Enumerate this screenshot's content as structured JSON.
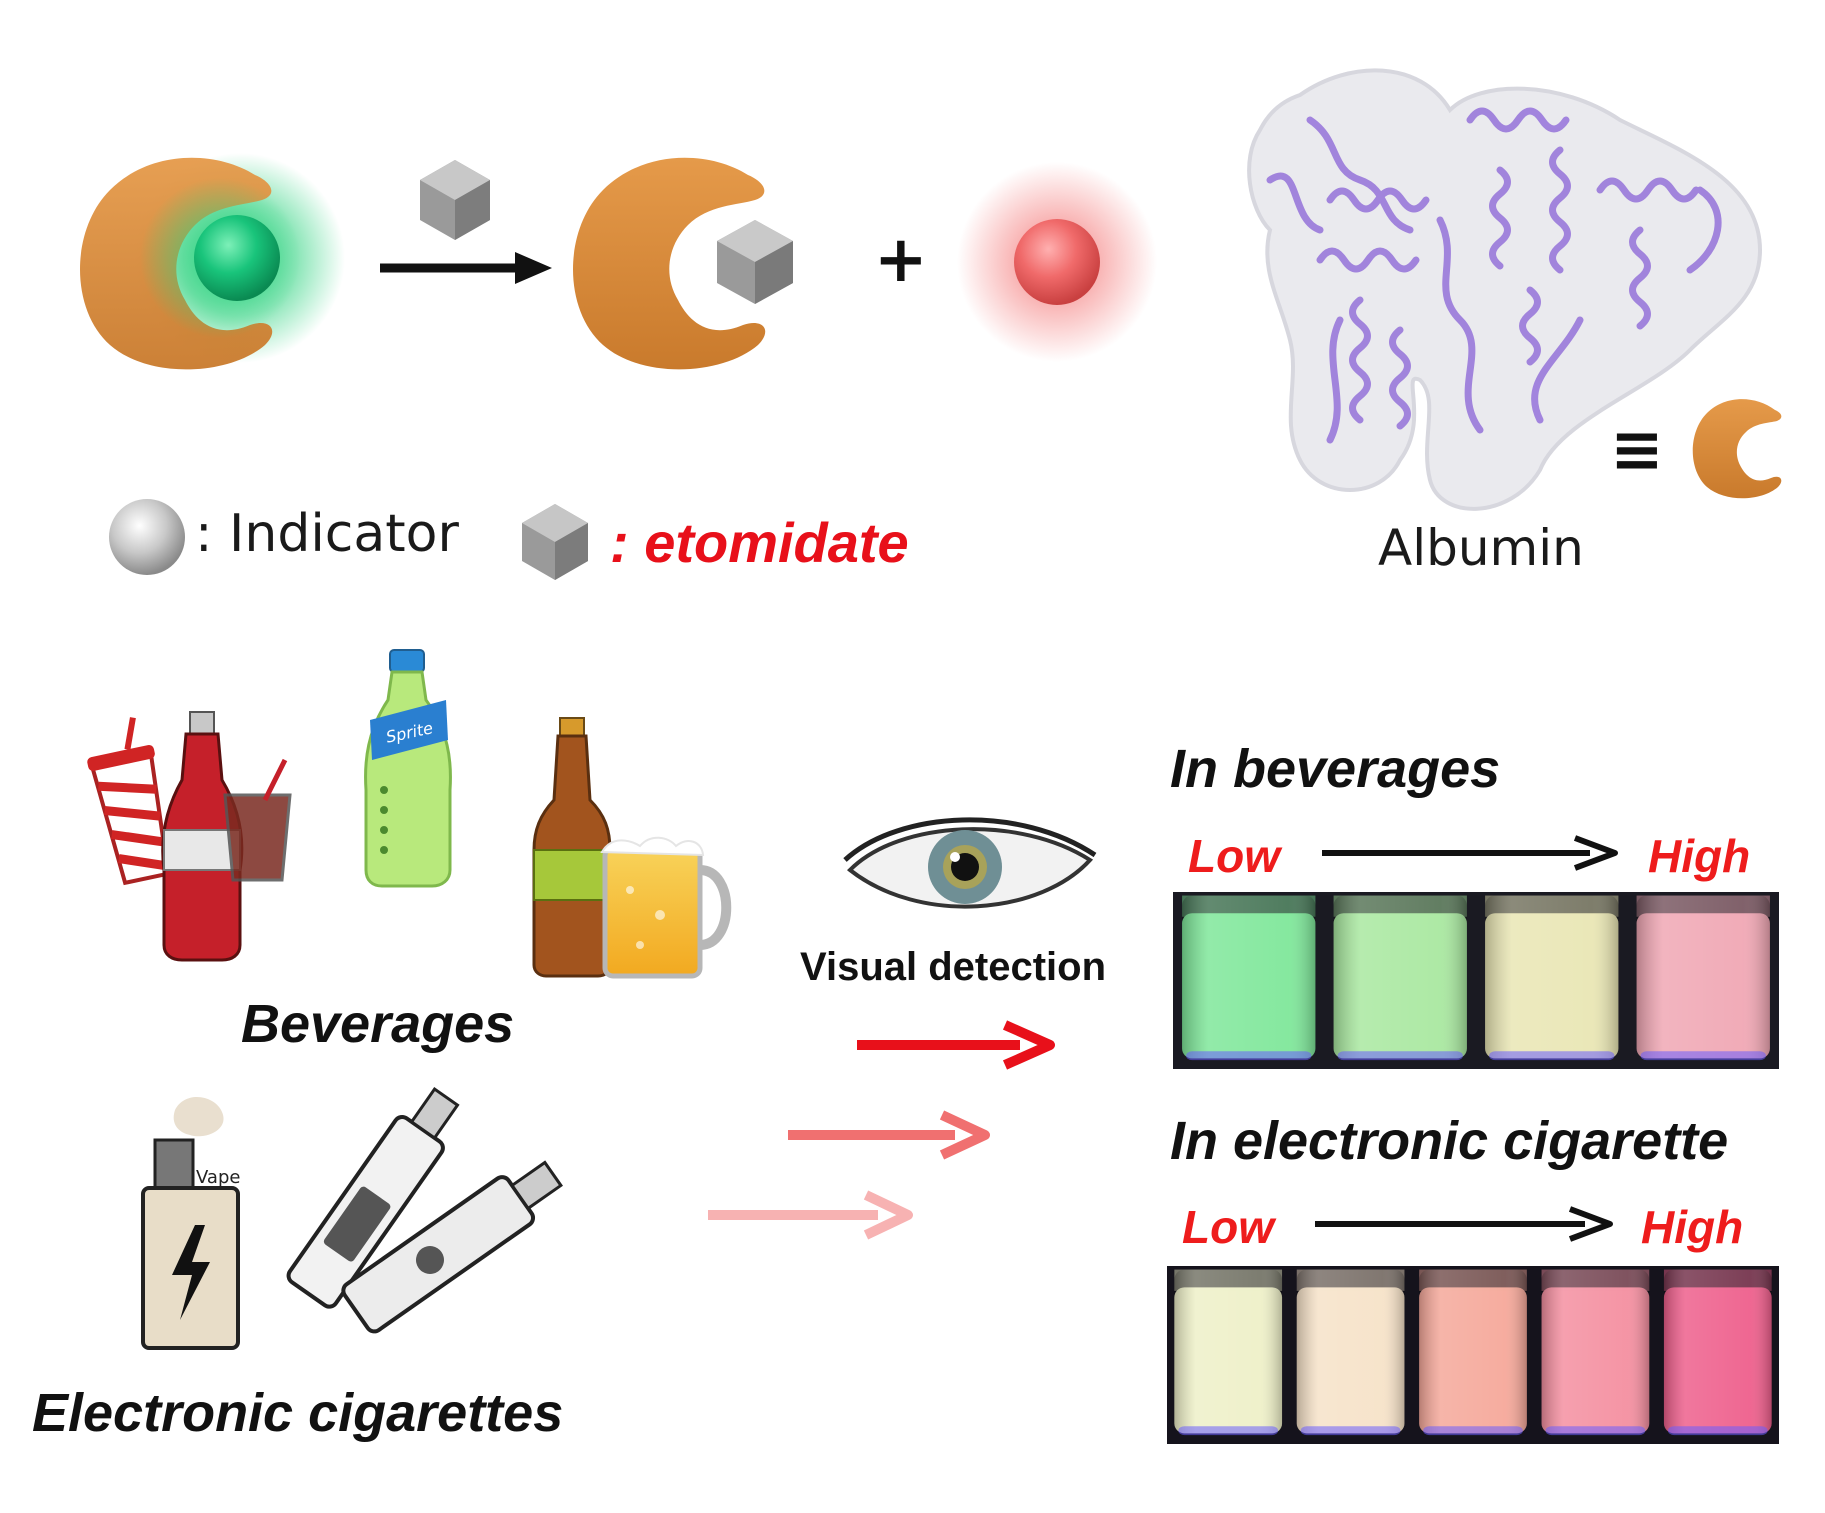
{
  "legend": {
    "indicator_label": ": Indicator",
    "etomidate_label": ": etomidate"
  },
  "albumin": {
    "label": "Albumin",
    "equiv_symbol": "≡"
  },
  "reaction": {
    "plus_symbol": "+"
  },
  "sources": {
    "beverages_label": "Beverages",
    "cigarettes_label": "Electronic cigarettes",
    "vape_text": "Vape",
    "bottle_brand": "Sprite"
  },
  "detection": {
    "label": "Visual detection"
  },
  "panels": [
    {
      "title": "In beverages",
      "low": "Low",
      "high": "High",
      "vial_colors": [
        "#7fe79a",
        "#a9e8a0",
        "#e9e6b4",
        "#f0a7b4"
      ]
    },
    {
      "title": "In electronic cigarette",
      "low": "Low",
      "high": "High",
      "vial_colors": [
        "#eef0c8",
        "#f6e2c8",
        "#f5a89a",
        "#f48fa0",
        "#ee5f8c"
      ]
    }
  ],
  "colors": {
    "albumin_orange": "#d98a3c",
    "indicator_green": "#19c47b",
    "indicator_red": "#f06a6a",
    "accent_red": "#ee1c1c",
    "protein_purple": "#9a79db"
  }
}
